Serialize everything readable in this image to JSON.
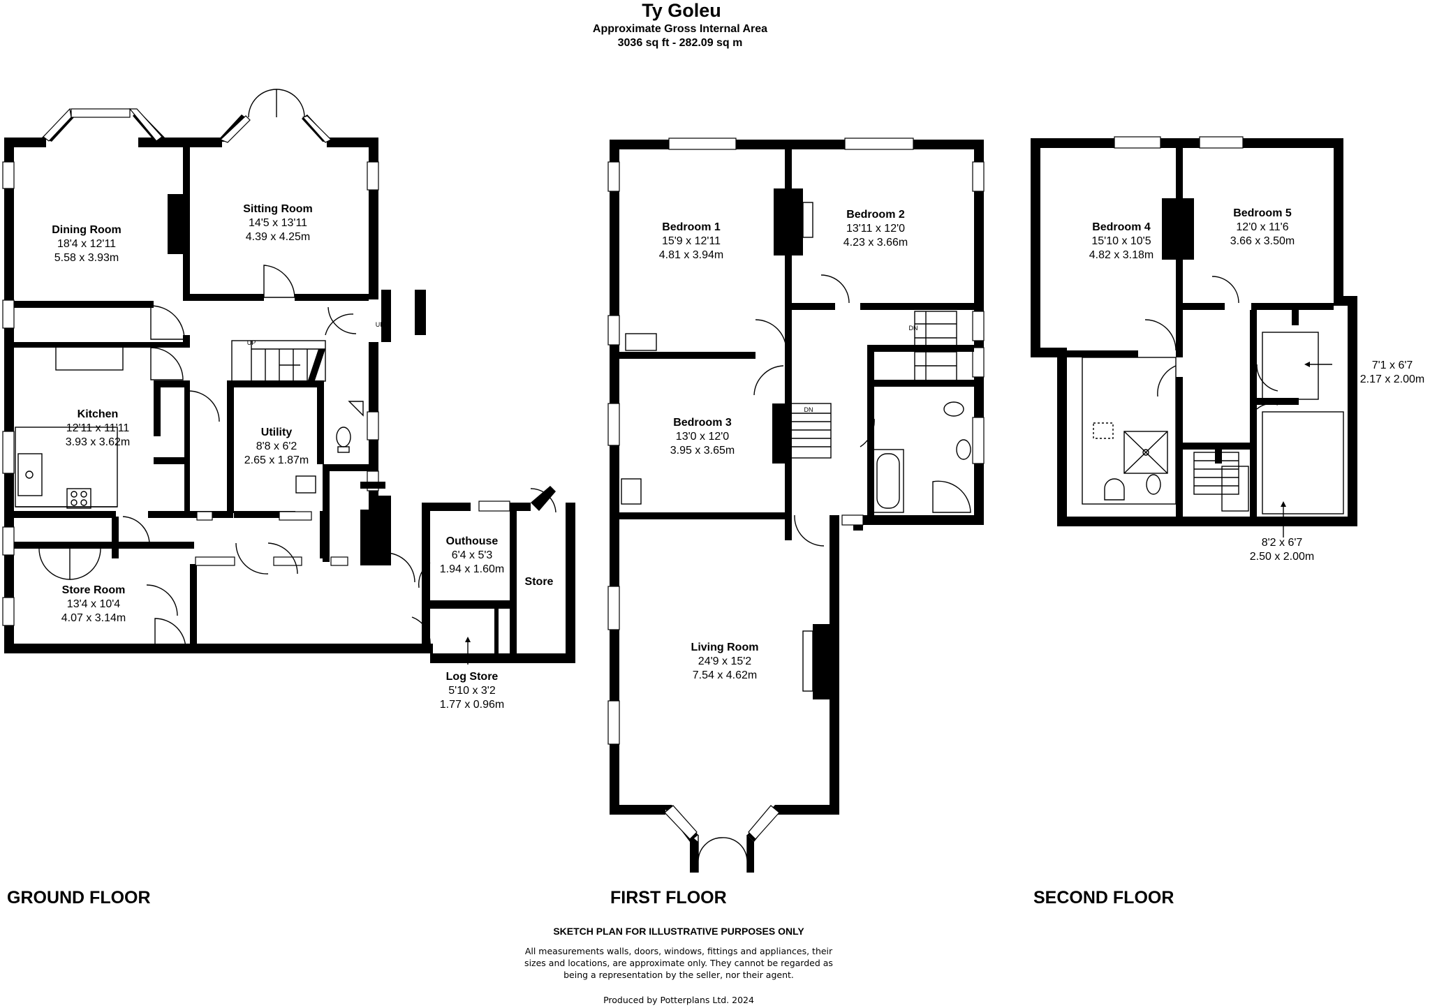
{
  "header": {
    "title": "Ty Goleu",
    "subtitle": "Approximate Gross Internal Area",
    "area": "3036 sq ft - 282.09 sq m"
  },
  "floors": {
    "ground": "GROUND FLOOR",
    "first": "FIRST FLOOR",
    "second": "SECOND FLOOR"
  },
  "rooms": {
    "dining": {
      "name": "Dining Room",
      "imperial": "18'4 x 12'11",
      "metric": "5.58 x 3.93m"
    },
    "sitting": {
      "name": "Sitting Room",
      "imperial": "14'5 x 13'11",
      "metric": "4.39 x 4.25m"
    },
    "kitchen": {
      "name": "Kitchen",
      "imperial": "12'11 x 11'11",
      "metric": "3.93 x 3.62m"
    },
    "utility": {
      "name": "Utility",
      "imperial": "8'8 x 6'2",
      "metric": "2.65 x 1.87m"
    },
    "store_room": {
      "name": "Store Room",
      "imperial": "13'4 x 10'4",
      "metric": "4.07 x 3.14m"
    },
    "outhouse": {
      "name": "Outhouse",
      "imperial": "6'4 x 5'3",
      "metric": "1.94 x 1.60m"
    },
    "store": {
      "name": "Store"
    },
    "log_store": {
      "name": "Log Store",
      "imperial": "5'10 x 3'2",
      "metric": "1.77 x 0.96m"
    },
    "bedroom1": {
      "name": "Bedroom 1",
      "imperial": "15'9 x 12'11",
      "metric": "4.81 x 3.94m"
    },
    "bedroom2": {
      "name": "Bedroom 2",
      "imperial": "13'11 x 12'0",
      "metric": "4.23 x 3.66m"
    },
    "bedroom3": {
      "name": "Bedroom 3",
      "imperial": "13'0 x 12'0",
      "metric": "3.95 x 3.65m"
    },
    "living": {
      "name": "Living Room",
      "imperial": "24'9 x 15'2",
      "metric": "7.54 x 4.62m"
    },
    "bedroom4": {
      "name": "Bedroom 4",
      "imperial": "15'10 x 10'5",
      "metric": "4.82 x 3.18m"
    },
    "bedroom5": {
      "name": "Bedroom 5",
      "imperial": "12'0 x 11'6",
      "metric": "3.66 x 3.50m"
    },
    "eaves1": {
      "imperial": "7'1 x 6'7",
      "metric": "2.17 x 2.00m"
    },
    "eaves2": {
      "imperial": "8'2 x 6'7",
      "metric": "2.50 x 2.00m"
    }
  },
  "stairs": {
    "up": "UP",
    "down": "DN"
  },
  "footer": {
    "heading": "SKETCH PLAN FOR ILLUSTRATIVE PURPOSES ONLY",
    "line1": "All measurements walls, doors, windows, fittings and appliances, their",
    "line2": "sizes and locations, are approximate only. They cannot be regarded as",
    "line3": "being a representation by the seller, nor their agent.",
    "credit": "Produced by Potterplans Ltd. 2024"
  },
  "colors": {
    "wall": "#000000",
    "background": "#ffffff",
    "line": "#000000"
  }
}
